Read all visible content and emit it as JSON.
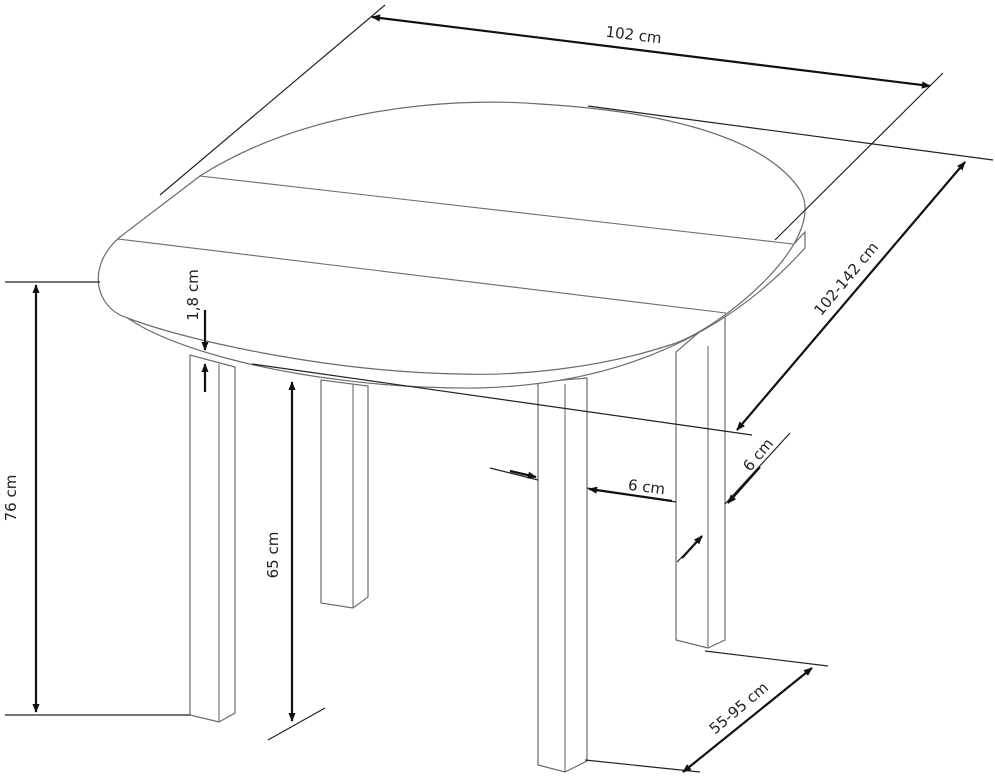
{
  "dimensions": {
    "width_label": "102 cm",
    "length_label": "102-142 cm",
    "height_label": "76 cm",
    "clearance_label": "65 cm",
    "top_thickness_label": "1,8 cm",
    "leg_width_label": "6 cm",
    "leg_depth_label": "6 cm",
    "leg_span_label": "55-95 cm"
  },
  "colors": {
    "outline": "#6b6b6b",
    "dimension_line": "#111111",
    "text": "#222222",
    "background": "#ffffff"
  }
}
